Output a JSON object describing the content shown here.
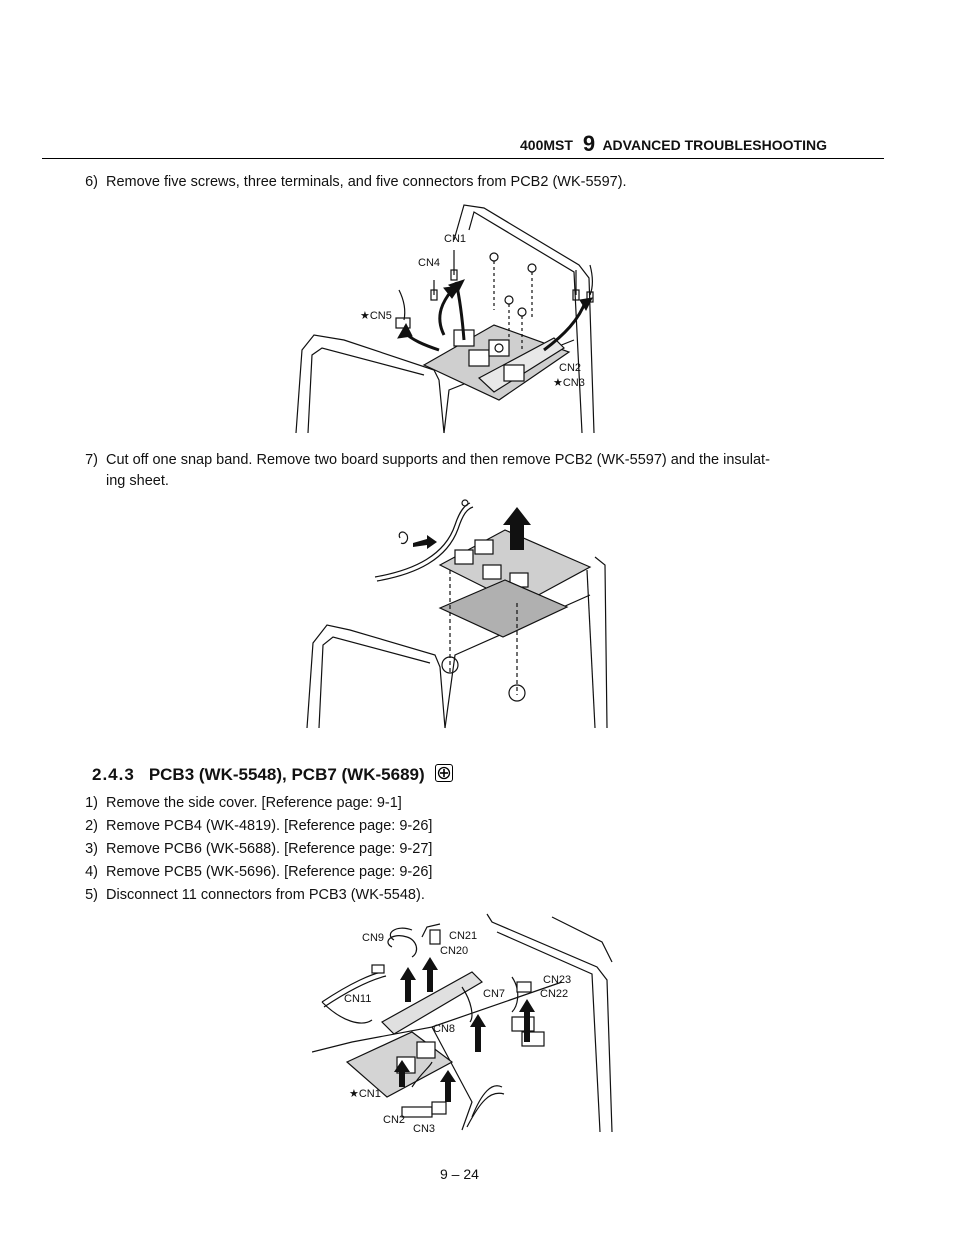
{
  "header": {
    "model": "400MST",
    "chapter_num": "9",
    "chapter_title": "ADVANCED TROUBLESHOOTING"
  },
  "step6": {
    "num": "6)",
    "text": "Remove five screws, three terminals, and five connectors from PCB2 (WK-5597)."
  },
  "figure1": {
    "labels": {
      "cn1": "CN1",
      "cn4": "CN4",
      "cn5": "★CN5",
      "cn2": "CN2",
      "cn3": "★CN3"
    }
  },
  "step7": {
    "num": "7)",
    "line1": "Cut off one snap band. Remove two board supports and then remove PCB2 (WK-5597) and the insulat-",
    "line2": "ing sheet."
  },
  "section": {
    "number": "2.4.3",
    "title": "PCB3 (WK-5548), PCB7 (WK-5689)"
  },
  "steps": [
    {
      "num": "1)",
      "text": "Remove the side cover. [Reference page: 9-1]"
    },
    {
      "num": "2)",
      "text": "Remove PCB4 (WK-4819). [Reference page: 9-26]"
    },
    {
      "num": "3)",
      "text": "Remove PCB6 (WK-5688). [Reference page: 9-27]"
    },
    {
      "num": "4)",
      "text": "Remove PCB5 (WK-5696). [Reference page: 9-26]"
    },
    {
      "num": "5)",
      "text": "Disconnect 11 connectors from PCB3 (WK-5548)."
    }
  ],
  "figure3": {
    "labels": {
      "cn9": "CN9",
      "cn21": "CN21",
      "cn20": "CN20",
      "cn23": "CN23",
      "cn22": "CN22",
      "cn11": "CN11",
      "cn7": "CN7",
      "cn8": "CN8",
      "cn1": "★CN1",
      "cn2": "CN2",
      "cn3": "CN3"
    }
  },
  "page_number": "9 – 24"
}
